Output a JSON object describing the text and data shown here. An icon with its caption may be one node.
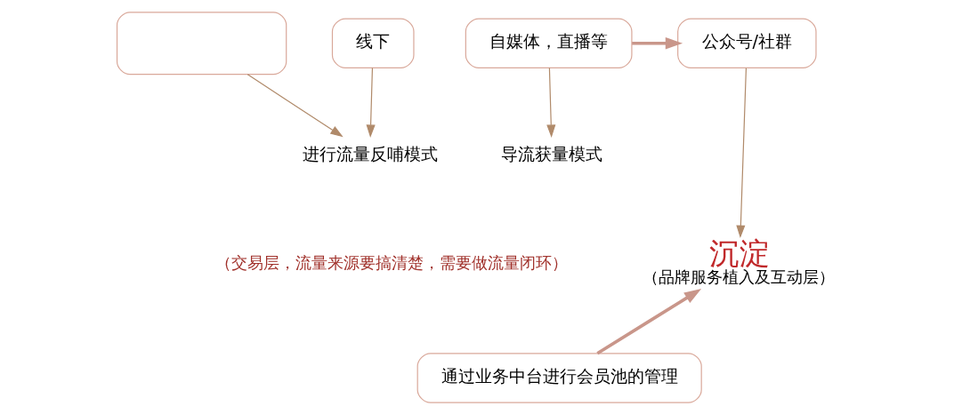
{
  "diagram": {
    "nodes": [
      {
        "text": [],
        "shape": "box"
      },
      {
        "text": [
          "线下"
        ]
      },
      {
        "text": [
          "自媒体，直播等"
        ]
      },
      {
        "text": [
          "公众号/社群"
        ]
      },
      {
        "text": [
          "进行流量反哺模式"
        ]
      },
      {
        "text": [
          "导流获量模式"
        ]
      },
      {
        "text": [
          "沉淀"
        ],
        "beside": [
          "（品牌服务植入及互动层）"
        ]
      },
      {
        "text": [
          "通过业务中台进行会员池的管理"
        ]
      }
    ],
    "edges": [
      {
        "from": 0,
        "to": 4,
        "arrow": "to"
      },
      {
        "from": 1,
        "to": 4,
        "arrow": "to"
      },
      {
        "from": 2,
        "to": 5,
        "arrow": "to"
      },
      {
        "from": 2,
        "to": 3,
        "arrow": "to",
        "style": "thick"
      },
      {
        "from": 3,
        "to": 6,
        "arrow": "to"
      },
      {
        "from": 7,
        "to": 6,
        "arrow": "to",
        "style": "thick"
      }
    ],
    "labels": [
      "（交易层，流量来源要搞清楚，需要做流量闭环）"
    ]
  }
}
